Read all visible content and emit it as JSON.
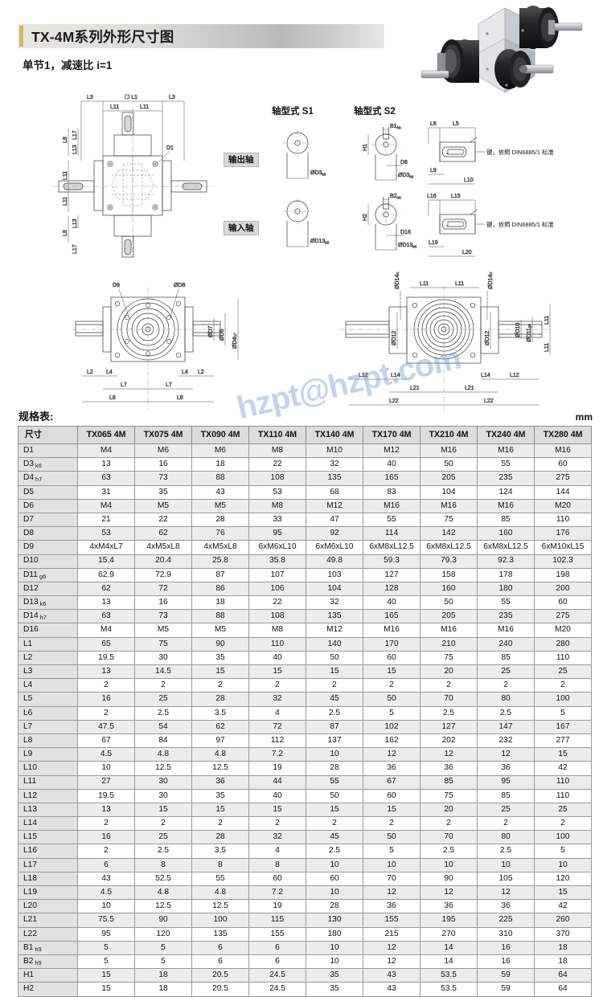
{
  "header": {
    "title": "TX-4M系列外形尺寸图",
    "subtitle": "单节1，减速比 i=1"
  },
  "watermark": "hzpt@hzpt.com",
  "labels": {
    "shaft_type_s1": "轴型式 S1",
    "shaft_type_s2": "轴型式 S2",
    "output_shaft": "输出轴",
    "input_shaft": "输入轴",
    "key_note": "键，依照 DIN6885/1 标准"
  },
  "drawing_top_left": {
    "dims": [
      "L3",
      "L1",
      "L3",
      "L11",
      "L11",
      "L17",
      "L8",
      "L13",
      "L11",
      "L11",
      "L8",
      "L13",
      "L17",
      "D1"
    ]
  },
  "drawing_s1": {
    "output_dia": "ØD3",
    "output_tol": "k6",
    "input_dia": "ØD13",
    "input_tol": "k6"
  },
  "drawing_s2": {
    "out_b": "B1",
    "out_b_tol": "h9",
    "out_h": "H1",
    "out_d": "D6",
    "out_dia": "ØD3",
    "out_dia_tol": "k6",
    "in_b": "B2",
    "in_b_tol": "h9",
    "in_h": "H2",
    "in_d": "D16",
    "in_dia": "ØD13",
    "in_dia_tol": "k6"
  },
  "drawing_key_top": {
    "dims": [
      "L6",
      "L5",
      "L9",
      "L10"
    ]
  },
  "drawing_key_bottom": {
    "dims": [
      "L16",
      "L15",
      "L19",
      "L20"
    ]
  },
  "drawing_bottom_left": {
    "dims": [
      "D9",
      "ØD8",
      "ØD7",
      "ØD5",
      "ØD4",
      "L2",
      "L4",
      "L4",
      "L2",
      "L7",
      "L7",
      "L8",
      "L8"
    ],
    "d4_tol": "h7"
  },
  "drawing_bottom_right": {
    "dims": [
      "ØD14",
      "ØD14",
      "L11",
      "L11",
      "ØD12",
      "ØD12",
      "ØD10",
      "ØD11",
      "L11",
      "L11",
      "L12",
      "L14",
      "L14",
      "L12",
      "L21",
      "L21",
      "L22",
      "L22"
    ],
    "d14_tol": "h7",
    "d11_tol": "g6"
  },
  "spec": {
    "caption": "规格表:",
    "unit": "mm",
    "dim_header": "尺寸",
    "models": [
      "TX065 4M",
      "TX075 4M",
      "TX090 4M",
      "TX110 4M",
      "TX140 4M",
      "TX170 4M",
      "TX210 4M",
      "TX240 4M",
      "TX280 4M"
    ],
    "rows": [
      {
        "dim": "D1",
        "tol": "",
        "values": [
          "M4",
          "M6",
          "M6",
          "M8",
          "M10",
          "M12",
          "M16",
          "M16",
          "M16"
        ]
      },
      {
        "dim": "D3",
        "tol": "k6",
        "values": [
          "13",
          "16",
          "18",
          "22",
          "32",
          "40",
          "50",
          "55",
          "60"
        ]
      },
      {
        "dim": "D4",
        "tol": "h7",
        "values": [
          "63",
          "73",
          "88",
          "108",
          "135",
          "165",
          "205",
          "235",
          "275"
        ]
      },
      {
        "dim": "D5",
        "tol": "",
        "values": [
          "31",
          "35",
          "43",
          "53",
          "68",
          "83",
          "104",
          "124",
          "144"
        ]
      },
      {
        "dim": "D6",
        "tol": "",
        "values": [
          "M4",
          "M5",
          "M5",
          "M8",
          "M12",
          "M16",
          "M16",
          "M16",
          "M20"
        ]
      },
      {
        "dim": "D7",
        "tol": "",
        "values": [
          "21",
          "22",
          "28",
          "33",
          "47",
          "55",
          "75",
          "85",
          "110"
        ]
      },
      {
        "dim": "D8",
        "tol": "",
        "values": [
          "53",
          "62",
          "76",
          "95",
          "92",
          "114",
          "142",
          "160",
          "176"
        ]
      },
      {
        "dim": "D9",
        "tol": "",
        "values": [
          "4xM4xL7",
          "4xM5xL8",
          "4xM5xL8",
          "6xM6xL10",
          "6xM6xL10",
          "6xM8xL12.5",
          "6xM8xL12.5",
          "6xM8xL12.5",
          "6xM10xL15"
        ]
      },
      {
        "dim": "D10",
        "tol": "",
        "values": [
          "15.4",
          "20.4",
          "25.8",
          "35.8",
          "49.8",
          "59.3",
          "79.3",
          "92.3",
          "102.3"
        ]
      },
      {
        "dim": "D11",
        "tol": "g6",
        "values": [
          "62.9",
          "72.9",
          "87",
          "107",
          "103",
          "127",
          "158",
          "178",
          "198"
        ]
      },
      {
        "dim": "D12",
        "tol": "",
        "values": [
          "62",
          "72",
          "86",
          "106",
          "104",
          "128",
          "160",
          "180",
          "200"
        ]
      },
      {
        "dim": "D13",
        "tol": "k6",
        "values": [
          "13",
          "16",
          "18",
          "22",
          "32",
          "40",
          "50",
          "55",
          "60"
        ]
      },
      {
        "dim": "D14",
        "tol": "h7",
        "values": [
          "63",
          "73",
          "88",
          "108",
          "135",
          "165",
          "205",
          "235",
          "275"
        ]
      },
      {
        "dim": "D16",
        "tol": "",
        "values": [
          "M4",
          "M5",
          "M5",
          "M8",
          "M12",
          "M16",
          "M16",
          "M16",
          "M20"
        ]
      },
      {
        "dim": "L1",
        "tol": "",
        "values": [
          "65",
          "75",
          "90",
          "110",
          "140",
          "170",
          "210",
          "240",
          "280"
        ]
      },
      {
        "dim": "L2",
        "tol": "",
        "values": [
          "19.5",
          "30",
          "35",
          "40",
          "50",
          "60",
          "75",
          "85",
          "110"
        ]
      },
      {
        "dim": "L3",
        "tol": "",
        "values": [
          "13",
          "14.5",
          "15",
          "15",
          "15",
          "15",
          "20",
          "25",
          "25"
        ]
      },
      {
        "dim": "L4",
        "tol": "",
        "values": [
          "2",
          "2",
          "2",
          "2",
          "2",
          "2",
          "2",
          "2",
          "2"
        ]
      },
      {
        "dim": "L5",
        "tol": "",
        "values": [
          "16",
          "25",
          "28",
          "32",
          "45",
          "50",
          "70",
          "80",
          "100"
        ]
      },
      {
        "dim": "L6",
        "tol": "",
        "values": [
          "2",
          "2.5",
          "3.5",
          "4",
          "2.5",
          "5",
          "2.5",
          "2.5",
          "5"
        ]
      },
      {
        "dim": "L7",
        "tol": "",
        "values": [
          "47.5",
          "54",
          "62",
          "72",
          "87",
          "102",
          "127",
          "147",
          "167"
        ]
      },
      {
        "dim": "L8",
        "tol": "",
        "values": [
          "67",
          "84",
          "97",
          "112",
          "137",
          "162",
          "202",
          "232",
          "277"
        ]
      },
      {
        "dim": "L9",
        "tol": "",
        "values": [
          "4.5",
          "4.8",
          "4.8",
          "7.2",
          "10",
          "12",
          "12",
          "12",
          "15"
        ]
      },
      {
        "dim": "L10",
        "tol": "",
        "values": [
          "10",
          "12.5",
          "12.5",
          "19",
          "28",
          "36",
          "36",
          "36",
          "42"
        ]
      },
      {
        "dim": "L11",
        "tol": "",
        "values": [
          "27",
          "30",
          "36",
          "44",
          "55",
          "67",
          "85",
          "95",
          "110"
        ]
      },
      {
        "dim": "L12",
        "tol": "",
        "values": [
          "19.5",
          "30",
          "35",
          "40",
          "50",
          "60",
          "75",
          "85",
          "110"
        ]
      },
      {
        "dim": "L13",
        "tol": "",
        "values": [
          "13",
          "15",
          "15",
          "15",
          "15",
          "15",
          "20",
          "25",
          "25"
        ]
      },
      {
        "dim": "L14",
        "tol": "",
        "values": [
          "2",
          "2",
          "2",
          "2",
          "2",
          "2",
          "2",
          "2",
          "2"
        ]
      },
      {
        "dim": "L15",
        "tol": "",
        "values": [
          "16",
          "25",
          "28",
          "32",
          "45",
          "50",
          "70",
          "80",
          "100"
        ]
      },
      {
        "dim": "L16",
        "tol": "",
        "values": [
          "2",
          "2.5",
          "3.5",
          "4",
          "2.5",
          "5",
          "2.5",
          "2.5",
          "5"
        ]
      },
      {
        "dim": "L17",
        "tol": "",
        "values": [
          "6",
          "8",
          "8",
          "8",
          "10",
          "10",
          "10",
          "10",
          "10"
        ]
      },
      {
        "dim": "L18",
        "tol": "",
        "values": [
          "43",
          "52.5",
          "55",
          "60",
          "60",
          "70",
          "90",
          "105",
          "120"
        ]
      },
      {
        "dim": "L19",
        "tol": "",
        "values": [
          "4.5",
          "4.8",
          "4.8",
          "7.2",
          "10",
          "12",
          "12",
          "12",
          "15"
        ]
      },
      {
        "dim": "L20",
        "tol": "",
        "values": [
          "10",
          "12.5",
          "12.5",
          "19",
          "28",
          "36",
          "36",
          "36",
          "42"
        ]
      },
      {
        "dim": "L21",
        "tol": "",
        "values": [
          "75.5",
          "90",
          "100",
          "115",
          "130",
          "155",
          "195",
          "225",
          "260"
        ]
      },
      {
        "dim": "L22",
        "tol": "",
        "values": [
          "95",
          "120",
          "135",
          "155",
          "180",
          "215",
          "270",
          "310",
          "370"
        ]
      },
      {
        "dim": "B1",
        "tol": "h9",
        "values": [
          "5",
          "5",
          "6",
          "6",
          "10",
          "12",
          "14",
          "16",
          "18"
        ]
      },
      {
        "dim": "B2",
        "tol": "h9",
        "values": [
          "5",
          "5",
          "6",
          "6",
          "10",
          "12",
          "14",
          "16",
          "18"
        ]
      },
      {
        "dim": "H1",
        "tol": "",
        "values": [
          "15",
          "18",
          "20.5",
          "24.5",
          "35",
          "43",
          "53.5",
          "59",
          "64"
        ]
      },
      {
        "dim": "H2",
        "tol": "",
        "values": [
          "15",
          "18",
          "20.5",
          "24.5",
          "35",
          "43",
          "53.5",
          "59",
          "64"
        ]
      }
    ]
  }
}
